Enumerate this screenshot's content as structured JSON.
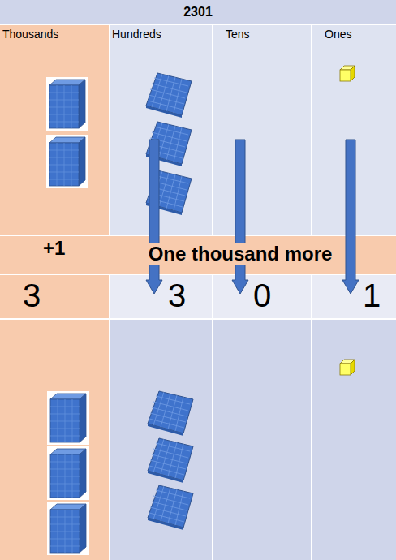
{
  "diagram": {
    "title": "2301",
    "nodes": [
      {
        "text": [
          "Thousands"
        ]
      },
      {
        "text": [
          "Hundreds"
        ]
      },
      {
        "text": [
          "Tens"
        ]
      },
      {
        "text": [
          "Ones"
        ]
      },
      {
        "text": [
          "+1",
          "One thousand more"
        ]
      },
      {
        "text": [
          "3"
        ]
      },
      {
        "text": [
          "3"
        ]
      },
      {
        "text": [
          "0"
        ]
      },
      {
        "text": [
          "1"
        ]
      }
    ]
  }
}
